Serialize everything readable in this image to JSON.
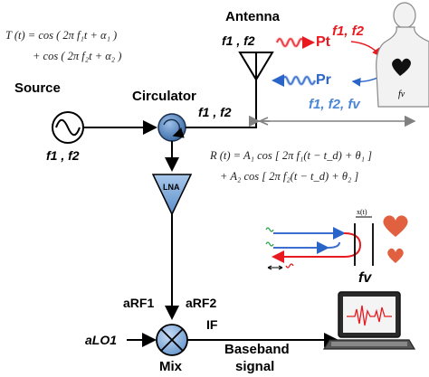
{
  "labels": {
    "source": "Source",
    "source_freq": "f1 , f2",
    "circulator": "Circulator",
    "circulator_freq": "f1 , f2",
    "antenna": "Antenna",
    "antenna_freq": "f1 , f2",
    "pt": "Pt",
    "pr": "Pr",
    "tx_freq": "f1, f2",
    "rx_freq": "f1, f2, fv",
    "body_fv": "fv",
    "lna": "LNA",
    "arf1": "aRF1",
    "arf2": "aRF2",
    "if": "IF",
    "alo1": "aLO1",
    "mix": "Mix",
    "baseband_line1": "Baseband",
    "baseband_line2": "signal",
    "fv_laptop": "fv",
    "xt": "x(t)"
  },
  "equations": {
    "T_line1": "T (t) = cos ( 2π f₁t + α₁ )",
    "T_line2": "+ cos ( 2π f₂t + α₂ )",
    "R_line1": "R (t) = A₁ cos [ 2π f₁(t − t_d) + θ₁ ]",
    "R_line2": "+ A₂ cos [ 2π f₂(t − t_d) + θ₂ ]"
  },
  "colors": {
    "transmit": "#e8191f",
    "receive": "#2b64c8",
    "receive_label": "#4a86d6",
    "lna_fill": "#6b9bd1",
    "circulator_fill": "#5b8ec9",
    "heart": "#e06040"
  },
  "icons": [
    "source-sine-icon",
    "circulator-icon",
    "lna-amplifier-icon",
    "mixer-icon",
    "antenna-icon",
    "human-body-icon",
    "heart-icon",
    "laptop-icon"
  ]
}
